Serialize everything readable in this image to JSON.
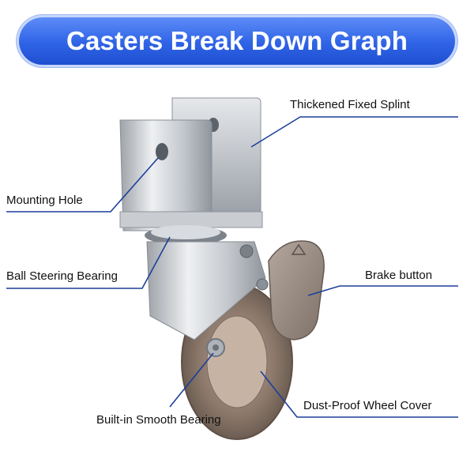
{
  "title": "Casters Break Down Graph",
  "labels": {
    "thickened_fixed_splint": "Thickened Fixed Splint",
    "mounting_hole": "Mounting Hole",
    "ball_steering_bearing": "Ball Steering Bearing",
    "brake_button": "Brake button",
    "built_in_smooth_bearing": "Built-in Smooth Bearing",
    "dust_proof_wheel_cover": "Dust-Proof Wheel Cover"
  },
  "colors": {
    "banner": "#2f63e6",
    "leader_line": "#1c3f9a",
    "metal": "#c9cdd2",
    "wheel": "#8c7b70",
    "brake": "#9a8c82"
  }
}
